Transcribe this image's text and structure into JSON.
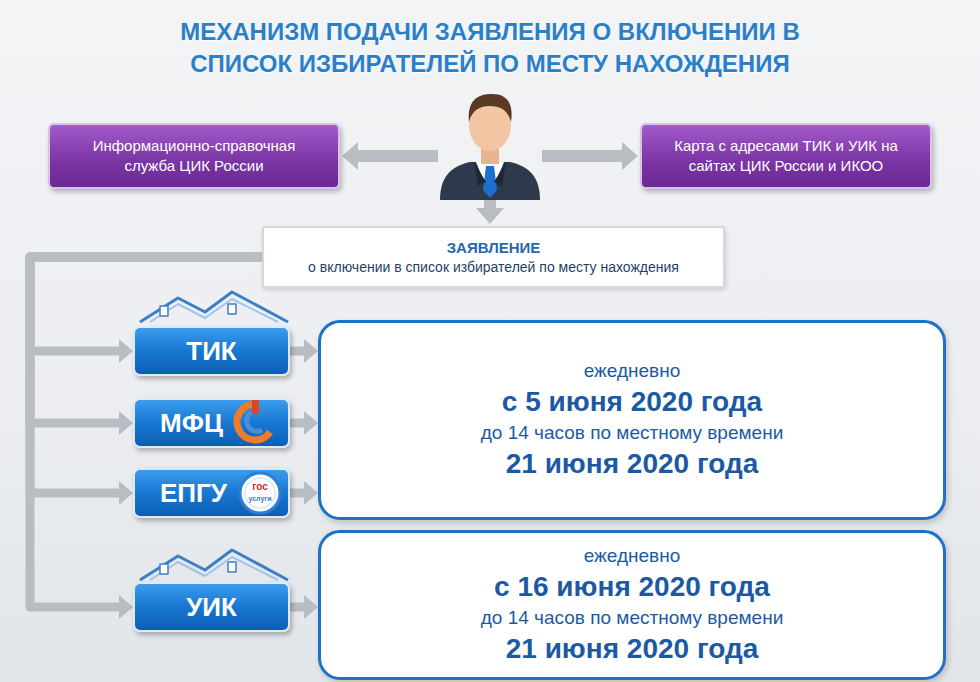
{
  "diagram": {
    "title": "МЕХАНИЗМ ПОДАЧИ ЗАЯВЛЕНИЯ О ВКЛЮЧЕНИИ В СПИСОК ИЗБИРАТЕЛЕЙ ПО МЕСТУ НАХОЖДЕНИЯ",
    "nodes": [
      {
        "text": [
          "Информационно-справочная служба ЦИК России"
        ]
      },
      {
        "text": [
          "Карта с адресами ТИК и УИК на сайтах ЦИК России и ИКОО"
        ]
      },
      {
        "text": [
          "ЗАЯВЛЕНИЕ",
          "о включении в список избирателей по месту нахождения"
        ]
      },
      {
        "text": [
          "ТИК"
        ]
      },
      {
        "text": [
          "МФЦ"
        ]
      },
      {
        "text": [
          "ЕПГУ"
        ]
      },
      {
        "text": [
          "УИК"
        ]
      },
      {
        "text": [
          "ежедневно",
          "с 5 июня 2020 года",
          "до 14 часов по местному времени",
          "21 июня 2020 года"
        ]
      },
      {
        "text": [
          "ежедневно",
          "с 16 июня 2020 года",
          "до 14 часов по местному времени",
          "21 июня 2020 года"
        ]
      }
    ],
    "edges": [
      {
        "from": 2,
        "to": 3,
        "arrow": "to"
      },
      {
        "from": 2,
        "to": 4,
        "arrow": "to"
      },
      {
        "from": 2,
        "to": 5,
        "arrow": "to"
      },
      {
        "from": 2,
        "to": 6,
        "arrow": "to"
      },
      {
        "from": 3,
        "to": 7,
        "arrow": "to"
      },
      {
        "from": 4,
        "to": 7,
        "arrow": "to"
      },
      {
        "from": 5,
        "to": 7,
        "arrow": "to"
      },
      {
        "from": 6,
        "to": 8,
        "arrow": "to"
      }
    ],
    "labels": [
      "гос",
      "услуги"
    ]
  }
}
